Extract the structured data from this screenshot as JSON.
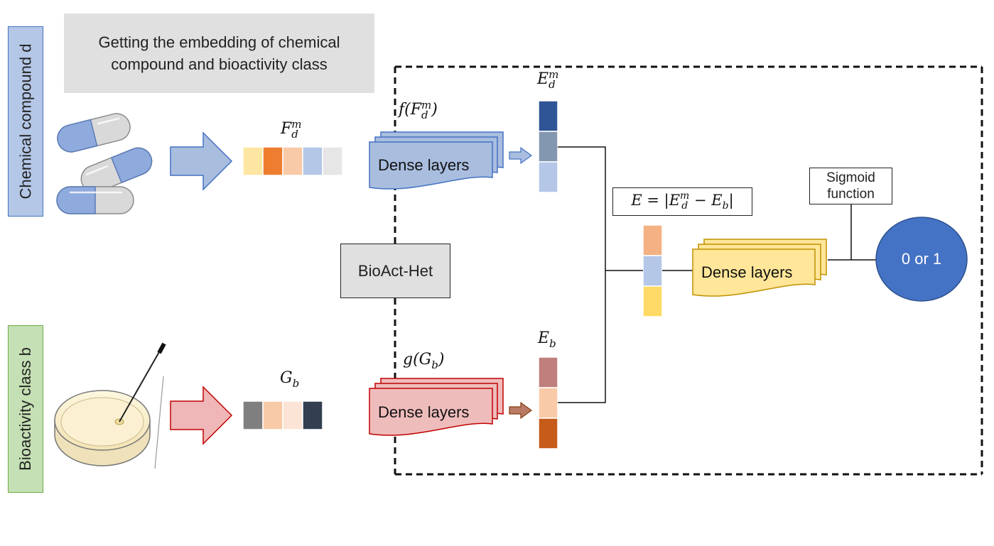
{
  "side_labels": {
    "compound": "Chemical compound d",
    "bioactivity": "Bioactivity class b"
  },
  "header_note": "Getting the embedding of chemical compound and bioactivity class",
  "model_name": "BioAct-Het",
  "math": {
    "fd": "F",
    "fd_sub": "d",
    "fd_sup": "m",
    "f_fn": "f(F",
    "f_fn_close": ")",
    "gb": "G",
    "gb_sub": "b",
    "g_fn": "g(G",
    "g_fn_close": ")",
    "ed": "E",
    "ed_sub": "d",
    "ed_sup": "m",
    "eb": "E",
    "eb_sub": "b",
    "diff_lhs": "E = |E",
    "diff_sub": "d",
    "diff_sup": "m",
    "diff_mid": " − E",
    "diff_sub2": "b",
    "diff_end": "|"
  },
  "dense_layers_label": "Dense layers",
  "sigmoid_label": "Sigmoid function",
  "output_label": "0 or 1",
  "colors": {
    "compound_vector": [
      "#fde6a1",
      "#ee7d30",
      "#f8caa8",
      "#b4c7e7",
      "#e7e6e6"
    ],
    "bioactivity_vector": [
      "#7f7f7f",
      "#f8caa8",
      "#fbe4d6",
      "#333f50"
    ],
    "ed_vector": [
      "#2f5597",
      "#8497b0",
      "#b4c7e7"
    ],
    "eb_vector": [
      "#bf7f7c",
      "#f8caa8",
      "#c65b1a"
    ],
    "e_vector": [
      "#f4b183",
      "#b4c7e7",
      "#ffd965"
    ],
    "blue_layers": "#a9bddf",
    "red_layers": "#edb8b8",
    "yellow_layers": "#fde699",
    "output_circle": "#4472c4"
  }
}
